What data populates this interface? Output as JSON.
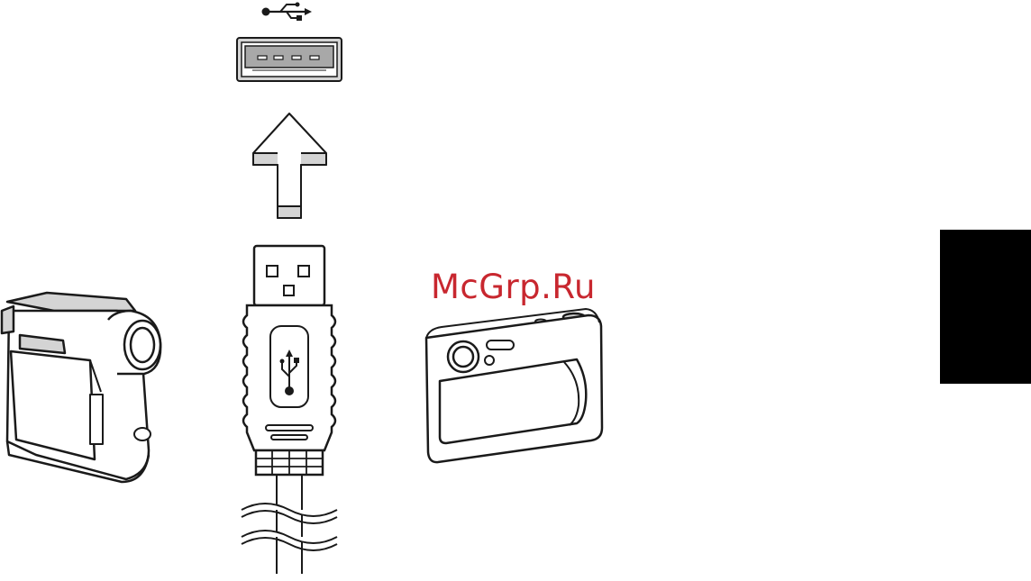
{
  "watermark": {
    "text": "McGrp.Ru",
    "color": "#c8272f"
  },
  "colors": {
    "line": "#1a1a1a",
    "fill_light": "#d4d4d4",
    "fill_mid": "#a8a8a8",
    "tab": "#000000"
  },
  "icons": [
    "usb-symbol-icon",
    "usb-port",
    "up-arrow-icon",
    "usb-plug",
    "camcorder",
    "digital-camera"
  ]
}
